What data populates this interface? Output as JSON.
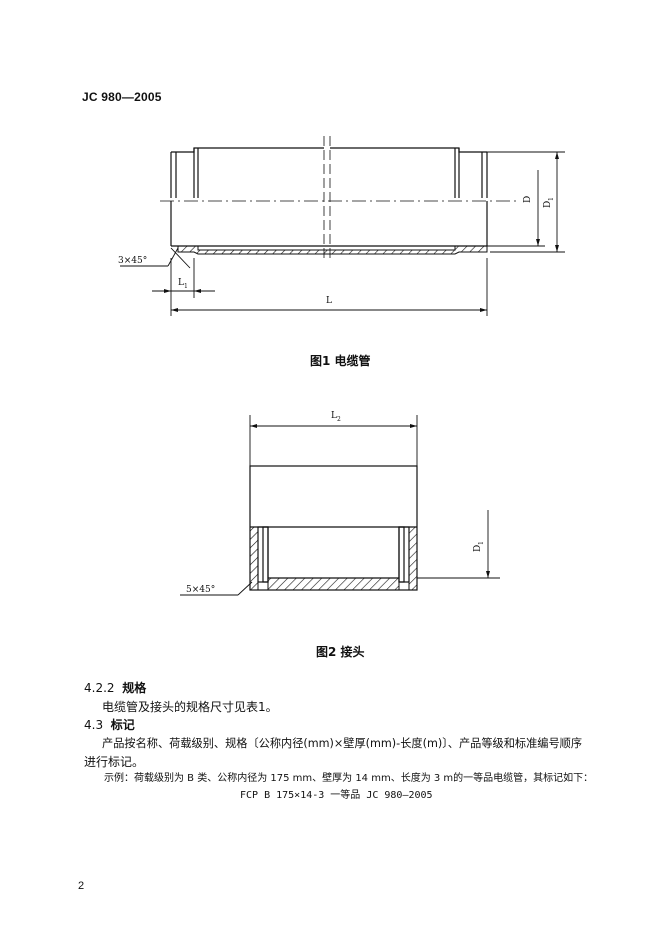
{
  "header": {
    "std_code": "JC 980—2005"
  },
  "figure1": {
    "caption": "图1  电缆管",
    "labels": {
      "chamfer": "3×45°",
      "L1": "L",
      "L1_sub": "1",
      "L": "L",
      "D": "D",
      "D1": "D",
      "D1_sub": "1"
    }
  },
  "figure2": {
    "caption": "图2  接头",
    "labels": {
      "chamfer": "5×45°",
      "L2": "L",
      "L2_sub": "2",
      "D1": "D",
      "D1_sub": "1"
    }
  },
  "section_4_2_2": {
    "number": "4.2.2",
    "title": "规格",
    "text": "电缆管及接头的规格尺寸见表1。"
  },
  "section_4_3": {
    "number": "4.3",
    "title": "标记",
    "text_line1": "产品按名称、荷载级别、规格〔公称内径(mm)×壁厚(mm)-长度(m)〕、产品等级和标准编号顺序",
    "text_line2": "进行标记。",
    "example": "示例：荷载级别为 B 类、公称内径为 175 mm、壁厚为 14 mm、长度为 3 m的一等品电缆管，其标记如下：",
    "marking": "FCP  B 175×14-3  一等品  JC 980—2005"
  },
  "page_number": "2"
}
